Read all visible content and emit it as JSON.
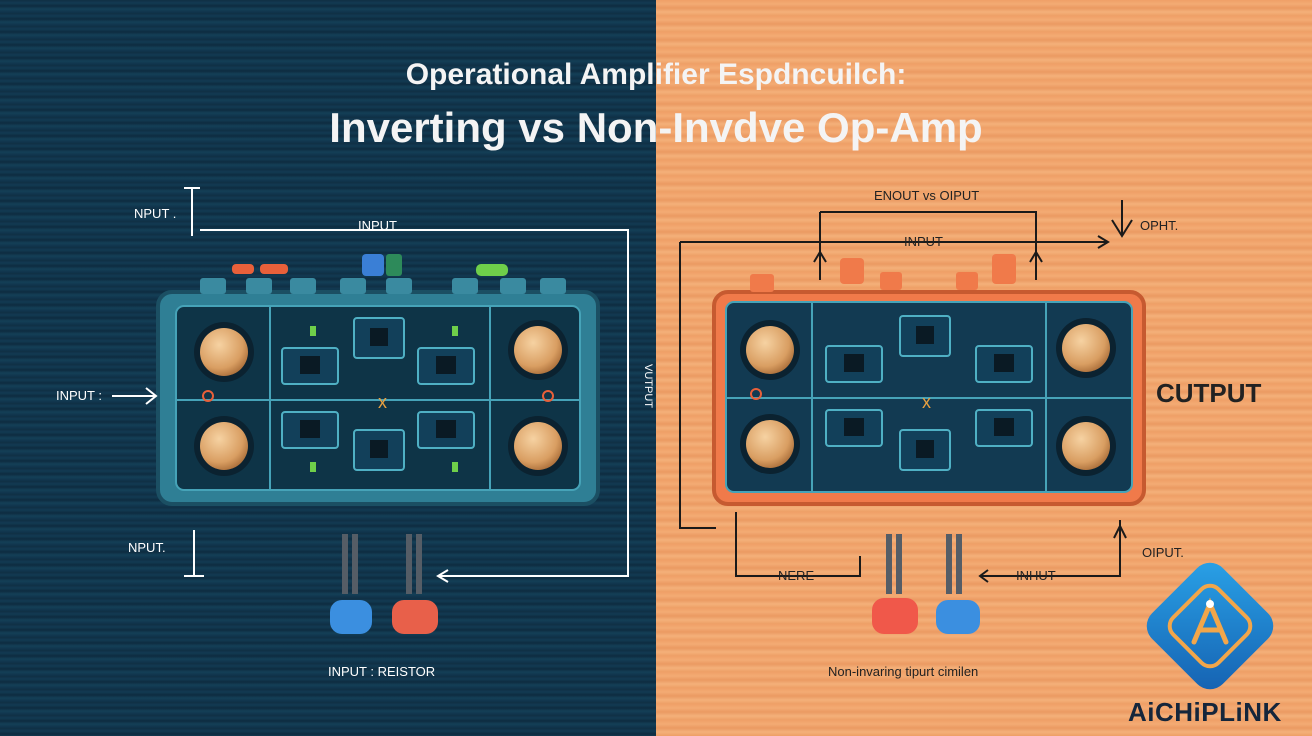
{
  "header": {
    "title_line1": "Operational Amplifier Espdncuilch:",
    "title_line2": "Inverting vs Non-Invdve Op-Amp"
  },
  "left_panel": {
    "labels": {
      "input_top_left": "NPUT .",
      "input_top_center": "INPUT",
      "input_mid": "INPUT :",
      "input_bottom": "NPUT.",
      "input_resistor": "INPUT :  REISTOR",
      "vertical_label": "VUTPUT"
    }
  },
  "right_panel": {
    "labels": {
      "enout_output": "ENOUT vs OIPUT",
      "input_top": "INPUT",
      "opht": "OPHT.",
      "output_big": "CUTPUT",
      "oiput": "OIPUT.",
      "nere": "NERE",
      "inhut": "INHUT",
      "caption": "Non-invaring tipurt cimilen"
    }
  },
  "brand": {
    "name": "AiCHiPLiNK",
    "logo_icon": "chip-letter-a-icon",
    "accent": "#1b84c9"
  },
  "colors": {
    "left_bg": "#0f2f44",
    "right_bg": "#f0a068",
    "left_board": "#3a8aa0",
    "right_board": "#f07a4a",
    "knob": "#e8b884"
  }
}
